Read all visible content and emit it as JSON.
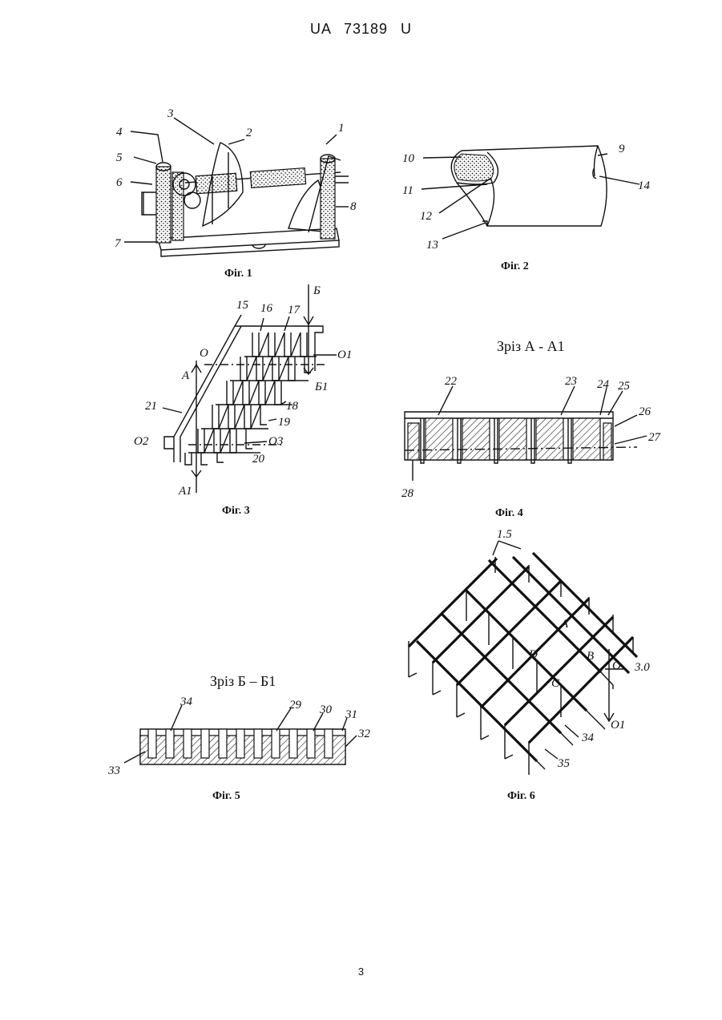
{
  "header": "UA  73189  U",
  "page_number": "3",
  "figures": {
    "fig1": {
      "caption": "Фіг. 1",
      "labels": [
        "1",
        "2",
        "3",
        "4",
        "5",
        "6",
        "7",
        "8"
      ]
    },
    "fig2": {
      "caption": "Фіг. 2",
      "labels": [
        "9",
        "10",
        "11",
        "12",
        "13",
        "14"
      ]
    },
    "fig3": {
      "caption": "Фіг. 3",
      "labels": [
        "15",
        "16",
        "17",
        "18",
        "19",
        "20",
        "21",
        "Б",
        "Б1",
        "О",
        "О1",
        "О2",
        "О3",
        "А",
        "А1"
      ]
    },
    "fig4": {
      "caption": "Фіг. 4",
      "section_title": "Зріз А - А1",
      "labels": [
        "22",
        "23",
        "24",
        "25",
        "26",
        "27",
        "28"
      ]
    },
    "fig5": {
      "caption": "Фіг. 5",
      "section_title": "Зріз Б – Б1",
      "labels": [
        "29",
        "30",
        "31",
        "32",
        "33",
        "34"
      ]
    },
    "fig6": {
      "caption": "Фіг. 6",
      "labels": [
        "1.5",
        "3.0",
        "34",
        "35",
        "A",
        "B",
        "C",
        "D",
        "O",
        "O1"
      ]
    }
  }
}
